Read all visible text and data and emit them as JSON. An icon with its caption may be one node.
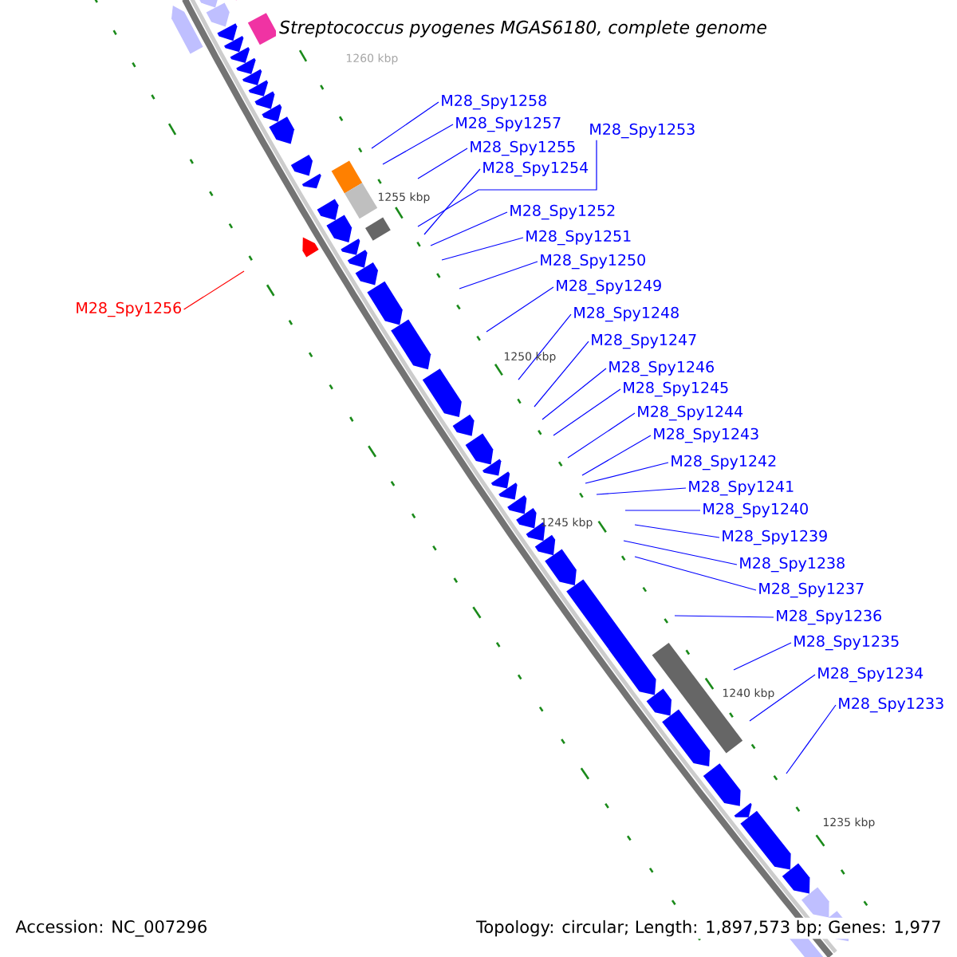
{
  "diagram": {
    "title": "*Streptococcus pyogenes* MGAS6180, complete genome",
    "nodes": [
      {
        "text": [
          "M28_Spy1258"
        ]
      },
      {
        "text": [
          "M28_Spy1257"
        ]
      },
      {
        "text": [
          "M28_Spy1253"
        ]
      },
      {
        "text": [
          "M28_Spy1255"
        ]
      },
      {
        "text": [
          "M28_Spy1254"
        ]
      },
      {
        "text": [
          "M28_Spy1252"
        ]
      },
      {
        "text": [
          "M28_Spy1251"
        ]
      },
      {
        "text": [
          "M28_Spy1250"
        ]
      },
      {
        "text": [
          "M28_Spy1249"
        ]
      },
      {
        "text": [
          "M28_Spy1256"
        ]
      },
      {
        "text": [
          "M28_Spy1248"
        ]
      },
      {
        "text": [
          "M28_Spy1247"
        ]
      },
      {
        "text": [
          "M28_Spy1246"
        ]
      },
      {
        "text": [
          "M28_Spy1245"
        ]
      },
      {
        "text": [
          "M28_Spy1244"
        ]
      },
      {
        "text": [
          "M28_Spy1243"
        ]
      },
      {
        "text": [
          "M28_Spy1242"
        ]
      },
      {
        "text": [
          "M28_Spy1241"
        ]
      },
      {
        "text": [
          "M28_Spy1240"
        ]
      },
      {
        "text": [
          "M28_Spy1239"
        ]
      },
      {
        "text": [
          "M28_Spy1238"
        ]
      },
      {
        "text": [
          "M28_Spy1237"
        ]
      },
      {
        "text": [
          "M28_Spy1236"
        ]
      },
      {
        "text": [
          "M28_Spy1235"
        ]
      },
      {
        "text": [
          "M28_Spy1234"
        ]
      },
      {
        "text": [
          "M28_Spy1233"
        ]
      }
    ],
    "edges": [
      {
        "from": 0,
        "to": null,
        "arrow": "none"
      },
      {
        "from": 1,
        "to": null,
        "arrow": "none"
      },
      {
        "from": 2,
        "to": null,
        "arrow": "none"
      },
      {
        "from": 3,
        "to": null,
        "arrow": "none"
      },
      {
        "from": 4,
        "to": null,
        "arrow": "none"
      },
      {
        "from": 5,
        "to": null,
        "arrow": "none"
      },
      {
        "from": 6,
        "to": null,
        "arrow": "none"
      },
      {
        "from": 7,
        "to": null,
        "arrow": "none"
      },
      {
        "from": 8,
        "to": null,
        "arrow": "none"
      },
      {
        "from": 9,
        "to": null,
        "arrow": "none",
        "color": "#ff0000"
      },
      {
        "from": 10,
        "to": null,
        "arrow": "none"
      },
      {
        "from": 11,
        "to": null,
        "arrow": "none"
      },
      {
        "from": 12,
        "to": null,
        "arrow": "none"
      },
      {
        "from": 13,
        "to": null,
        "arrow": "none"
      },
      {
        "from": 14,
        "to": null,
        "arrow": "none"
      },
      {
        "from": 15,
        "to": null,
        "arrow": "none"
      },
      {
        "from": 16,
        "to": null,
        "arrow": "none"
      },
      {
        "from": 17,
        "to": null,
        "arrow": "none"
      },
      {
        "from": 18,
        "to": null,
        "arrow": "none"
      },
      {
        "from": 19,
        "to": null,
        "arrow": "none"
      },
      {
        "from": 20,
        "to": null,
        "arrow": "none"
      },
      {
        "from": 21,
        "to": null,
        "arrow": "none"
      },
      {
        "from": 22,
        "to": null,
        "arrow": "none"
      },
      {
        "from": 23,
        "to": null,
        "arrow": "none"
      },
      {
        "from": 24,
        "to": null,
        "arrow": "none"
      },
      {
        "from": 25,
        "to": null,
        "arrow": "none"
      }
    ],
    "labels": [
      "1260 kbp",
      "1255 kbp",
      "1250 kbp",
      "1245 kbp",
      "1240 kbp",
      "1235 kbp",
      "Accession: NC_007296",
      "Topology: circular; Length: 1,897,573 bp; Genes: 1,977"
    ]
  }
}
